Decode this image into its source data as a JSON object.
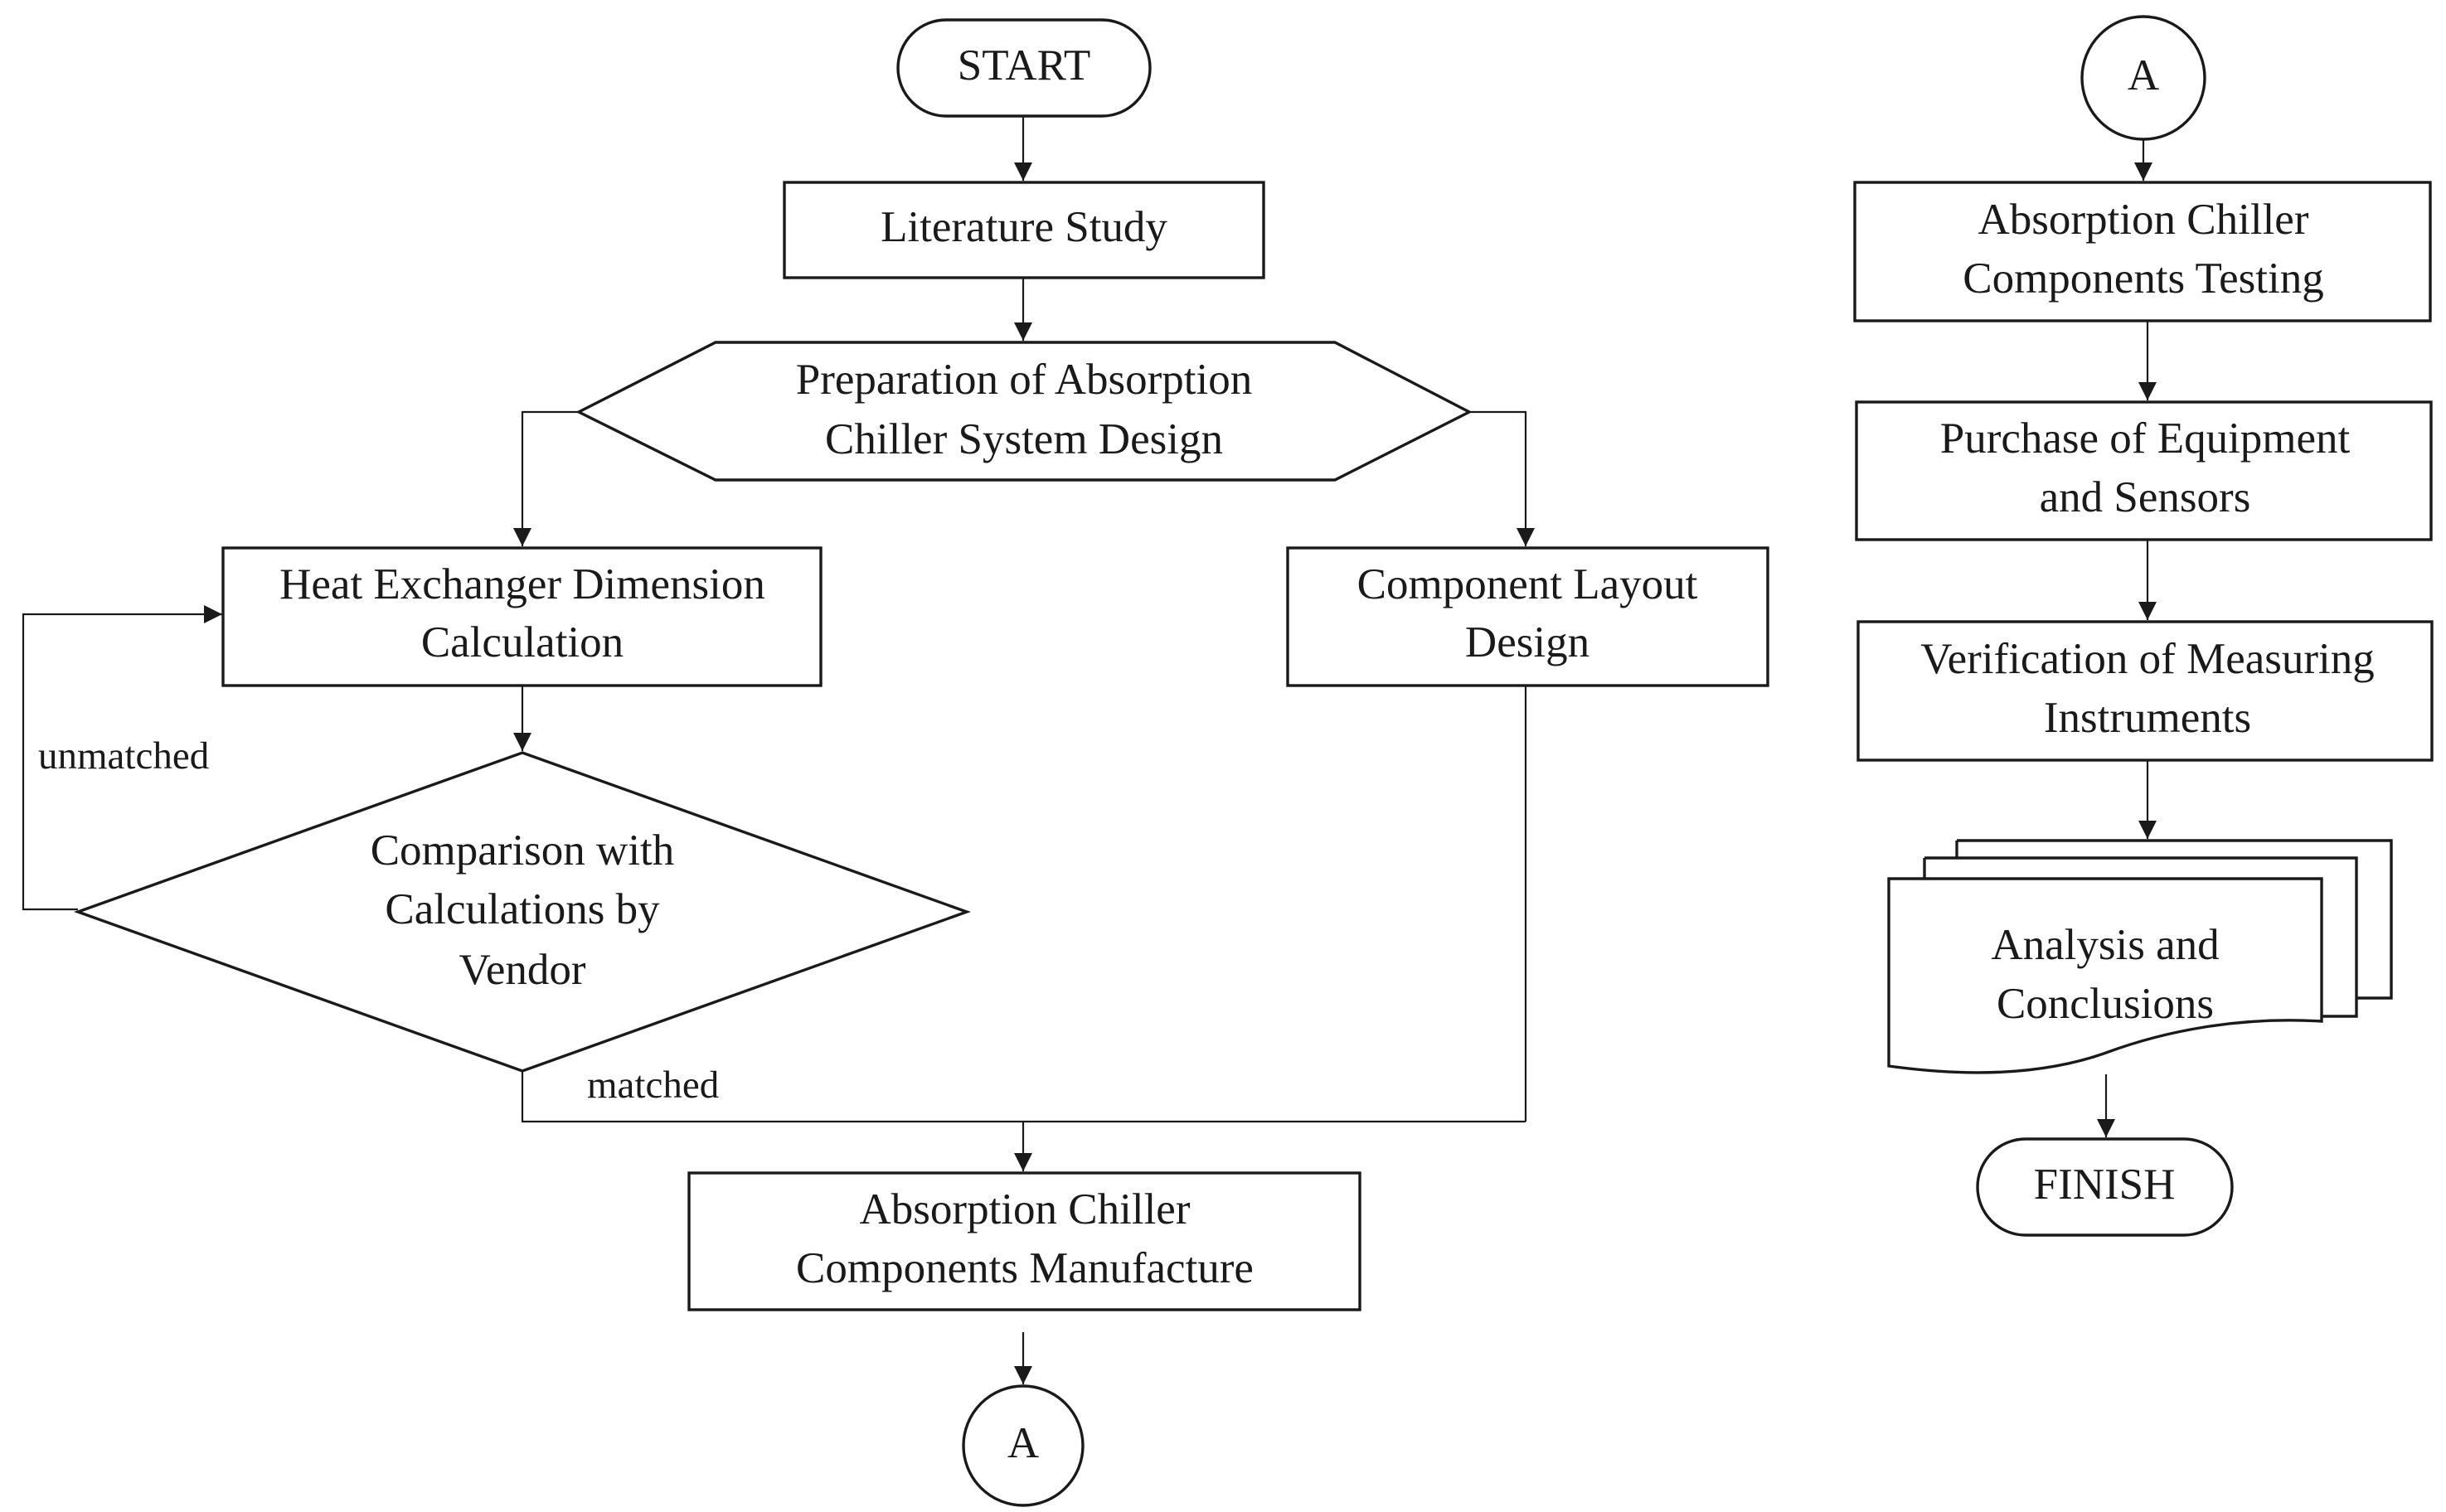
{
  "nodes": {
    "start": "START",
    "literature_study": "Literature Study",
    "preparation": [
      "Preparation of Absorption",
      "Chiller System Design"
    ],
    "heat_exchanger": [
      "Heat Exchanger Dimension",
      "Calculation"
    ],
    "component_layout": [
      "Component Layout",
      "Design"
    ],
    "comparison": [
      "Comparison with",
      "Calculations by",
      "Vendor"
    ],
    "manufacture": [
      "Absorption Chiller",
      "Components Manufacture"
    ],
    "connector_bottom": "A",
    "connector_top": "A",
    "testing": [
      "Absorption Chiller",
      "Components Testing"
    ],
    "purchase": [
      "Purchase of Equipment",
      "and Sensors"
    ],
    "verification": [
      "Verification of Measuring",
      "Instruments"
    ],
    "analysis": [
      "Analysis and",
      "Conclusions"
    ],
    "finish": "FINISH"
  },
  "edge_labels": {
    "unmatched": "unmatched",
    "matched": "matched"
  }
}
